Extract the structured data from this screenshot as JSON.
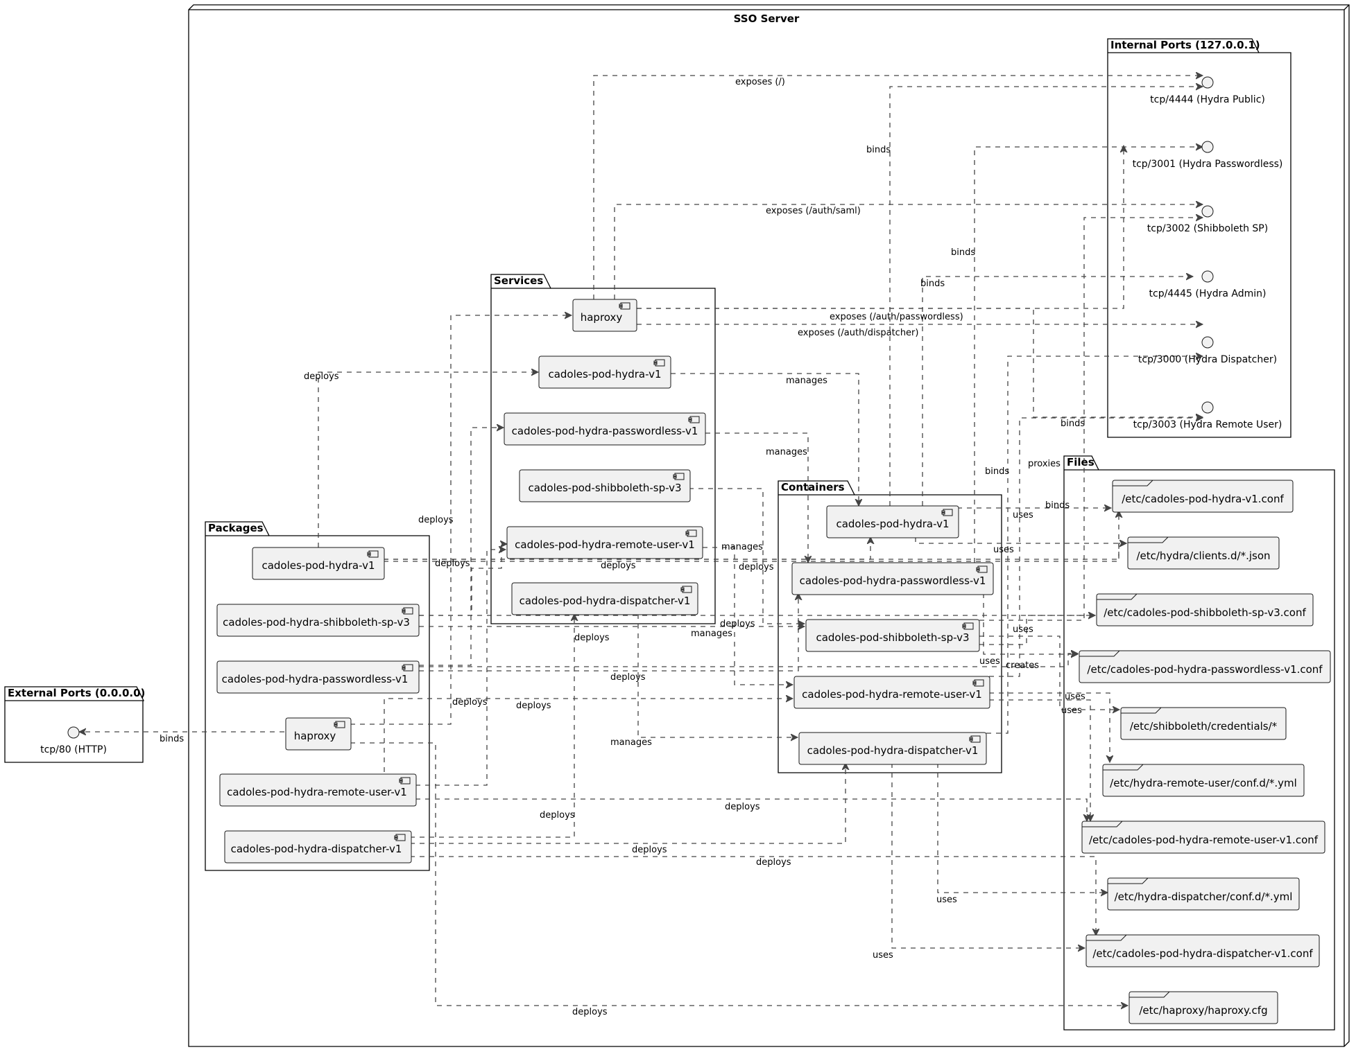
{
  "node": {
    "title": "SSO Server"
  },
  "groups": {
    "internal": "Internal Ports (127.0.0.1)",
    "external": "External Ports (0.0.0.0)",
    "services": "Services",
    "containers": "Containers",
    "packages": "Packages",
    "files": "Files"
  },
  "ports": {
    "p4444": "tcp/4444 (Hydra Public)",
    "p3001": "tcp/3001 (Hydra Passwordless)",
    "p3002": "tcp/3002 (Shibboleth SP)",
    "p4445": "tcp/4445 (Hydra Admin)",
    "p3000": "tcp/3000 (Hydra Dispatcher)",
    "p3003": "tcp/3003 (Hydra Remote User)",
    "p80": "tcp/80 (HTTP)"
  },
  "services": {
    "haproxy": "haproxy",
    "hydra": "cadoles-pod-hydra-v1",
    "passwordless": "cadoles-pod-hydra-passwordless-v1",
    "shibboleth": "cadoles-pod-shibboleth-sp-v3",
    "remoteuser": "cadoles-pod-hydra-remote-user-v1",
    "dispatcher": "cadoles-pod-hydra-dispatcher-v1"
  },
  "containers": {
    "hydra": "cadoles-pod-hydra-v1",
    "passwordless": "cadoles-pod-hydra-passwordless-v1",
    "shibboleth": "cadoles-pod-shibboleth-sp-v3",
    "remoteuser": "cadoles-pod-hydra-remote-user-v1",
    "dispatcher": "cadoles-pod-hydra-dispatcher-v1"
  },
  "packages": {
    "hydra": "cadoles-pod-hydra-v1",
    "shibboleth": "cadoles-pod-hydra-shibboleth-sp-v3",
    "passwordless": "cadoles-pod-hydra-passwordless-v1",
    "haproxy": "haproxy",
    "remoteuser": "cadoles-pod-hydra-remote-user-v1",
    "dispatcher": "cadoles-pod-hydra-dispatcher-v1"
  },
  "files": {
    "hydraconf": "/etc/cadoles-pod-hydra-v1.conf",
    "clients": "/etc/hydra/clients.d/*.json",
    "shibconf": "/etc/cadoles-pod-shibboleth-sp-v3.conf",
    "pwconf": "/etc/cadoles-pod-hydra-passwordless-v1.conf",
    "shibcred": "/etc/shibboleth/credentials/*",
    "remoteyml": "/etc/hydra-remote-user/conf.d/*.yml",
    "remoteconf": "/etc/cadoles-pod-hydra-remote-user-v1.conf",
    "dispyml": "/etc/hydra-dispatcher/conf.d/*.yml",
    "dispconf": "/etc/cadoles-pod-hydra-dispatcher-v1.conf",
    "haproxycfg": "/etc/haproxy/haproxy.cfg"
  },
  "edge_labels": {
    "exposes_root": "exposes (/)",
    "exposes_saml": "exposes (/auth/saml)",
    "exposes_pw": "exposes (/auth/passwordless)",
    "exposes_disp": "exposes (/auth/dispatcher)",
    "binds_4444": "binds",
    "binds_3001": "binds",
    "binds_4445": "binds",
    "binds_3002": "binds",
    "binds_3000": "binds",
    "binds_3003": "binds",
    "binds_80": "binds",
    "proxies": "proxies",
    "manages_hydra": "manages",
    "manages_pw": "manages",
    "manages_remote": "manages",
    "manages_shib": "manages",
    "manages_disp": "manages",
    "deploys_pkg_hydra": "deploys",
    "deploys_pkg_hydra_conf": "deploys",
    "deploys_pkg_hydra_clients": "deploys",
    "deploys_pkg_shib": "deploys",
    "deploys_pkg_pw": "deploys",
    "deploys_pkg_pw_conf": "deploys",
    "deploys_pkg_haproxy": "deploys",
    "deploys_pkg_remote": "deploys",
    "deploys_pkg_remote_conf": "deploys",
    "deploys_pkg_disp": "deploys",
    "deploys_pkg_disp_cont": "deploys",
    "deploys_pkg_disp_conf": "deploys",
    "deploys_haproxy_cfg": "deploys",
    "deploys_extra": "deploys",
    "uses_hydra_conf": "uses",
    "uses_hydra_clients": "uses",
    "uses_shib": "uses",
    "uses_pw": "uses",
    "creates": "creates",
    "uses_remote1": "uses",
    "uses_remote2": "uses",
    "uses_disp_yml": "uses",
    "uses_disp_conf": "uses"
  }
}
